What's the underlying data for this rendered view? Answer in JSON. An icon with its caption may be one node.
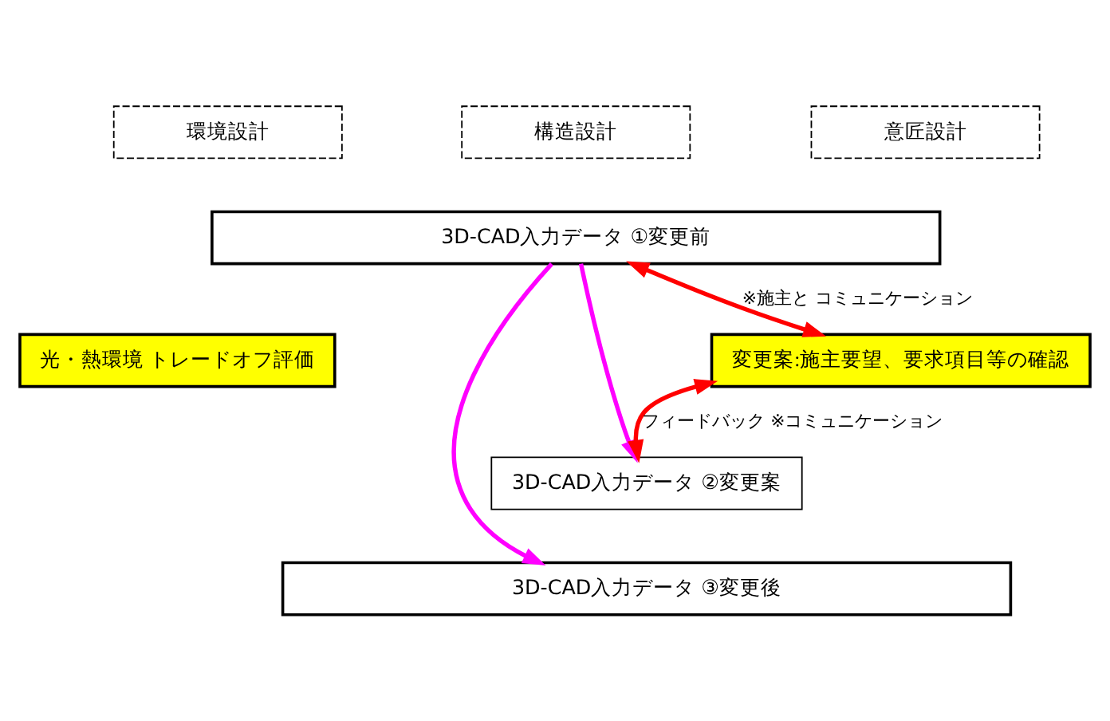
{
  "diagram": {
    "nodes": [
      {
        "text": [
          "意匠設計"
        ]
      },
      {
        "text": [
          "構造設計"
        ]
      },
      {
        "text": [
          "環境設計"
        ]
      },
      {
        "text": [
          "3D-CAD入力データ ①変更前"
        ]
      },
      {
        "text": [
          "変更案:施主要望、要求項目等の確認"
        ]
      },
      {
        "text": [
          "光・熱環境 トレードオフ評価"
        ]
      },
      {
        "text": [
          "3D-CAD入力データ ②変更案"
        ]
      },
      {
        "text": [
          "3D-CAD入力データ ③変更後"
        ]
      }
    ],
    "edges": [
      {
        "from": 3,
        "to": 7,
        "arrow": "to",
        "color": "#ff00ff"
      },
      {
        "from": 3,
        "to": 4,
        "arrow": "both",
        "label": "※施主と コミュニケーション",
        "color": "#ff0000"
      },
      {
        "from": 4,
        "to": 6,
        "arrow": "both",
        "label": "フィードバック ※コミュニケーション",
        "color": "#ff0000"
      },
      {
        "from": 3,
        "to": 6,
        "arrow": "to",
        "color": "#ff00ff"
      }
    ]
  }
}
